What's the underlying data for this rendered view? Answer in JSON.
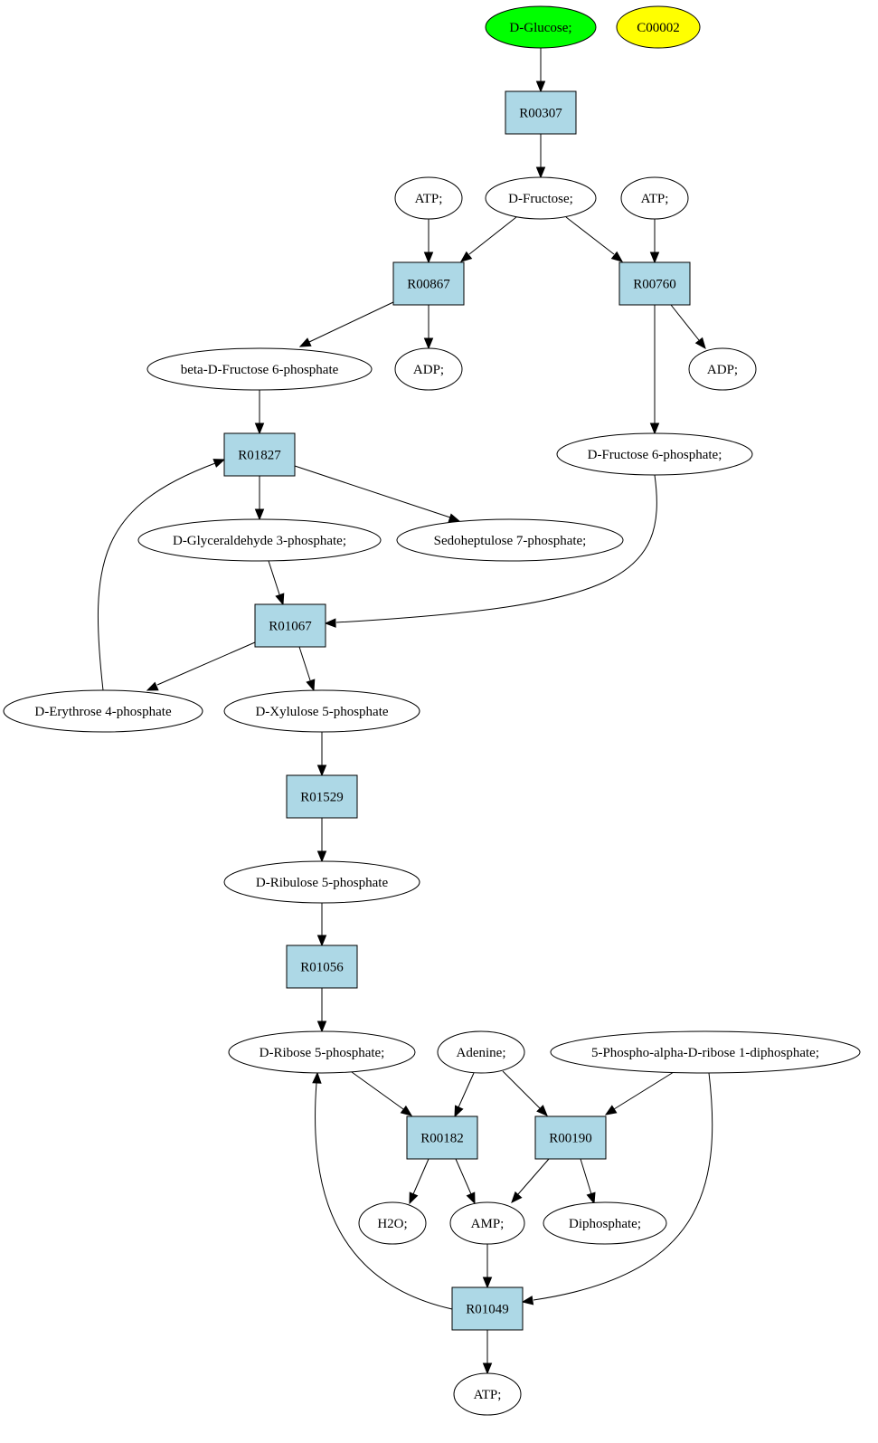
{
  "colors": {
    "compound_fill": "#ffffff",
    "reaction_fill": "#add8e6",
    "start_fill": "#00ff00",
    "target_fill": "#ffff00",
    "stroke": "#000000"
  },
  "compounds": [
    {
      "id": "glucose",
      "label": "D-Glucose;",
      "role": "start"
    },
    {
      "id": "c00002",
      "label": "C00002",
      "role": "target"
    },
    {
      "id": "fructose",
      "label": "D-Fructose;"
    },
    {
      "id": "atp1",
      "label": "ATP;"
    },
    {
      "id": "atp2",
      "label": "ATP;"
    },
    {
      "id": "bf6p",
      "label": "beta-D-Fructose 6-phosphate"
    },
    {
      "id": "adp1",
      "label": "ADP;"
    },
    {
      "id": "adp2",
      "label": "ADP;"
    },
    {
      "id": "df6p",
      "label": "D-Fructose 6-phosphate;"
    },
    {
      "id": "g3p",
      "label": "D-Glyceraldehyde 3-phosphate;"
    },
    {
      "id": "s7p",
      "label": "Sedoheptulose 7-phosphate;"
    },
    {
      "id": "e4p",
      "label": "D-Erythrose 4-phosphate"
    },
    {
      "id": "x5p",
      "label": "D-Xylulose 5-phosphate"
    },
    {
      "id": "ru5p",
      "label": "D-Ribulose 5-phosphate"
    },
    {
      "id": "r5p",
      "label": "D-Ribose 5-phosphate;"
    },
    {
      "id": "adenine",
      "label": "Adenine;"
    },
    {
      "id": "prpp",
      "label": "5-Phospho-alpha-D-ribose 1-diphosphate;"
    },
    {
      "id": "h2o",
      "label": "H2O;"
    },
    {
      "id": "amp",
      "label": "AMP;"
    },
    {
      "id": "ppi",
      "label": "Diphosphate;"
    },
    {
      "id": "atp3",
      "label": "ATP;"
    }
  ],
  "reactions": [
    {
      "id": "r00307",
      "label": "R00307"
    },
    {
      "id": "r00867",
      "label": "R00867"
    },
    {
      "id": "r00760",
      "label": "R00760"
    },
    {
      "id": "r01827",
      "label": "R01827"
    },
    {
      "id": "r01067",
      "label": "R01067"
    },
    {
      "id": "r01529",
      "label": "R01529"
    },
    {
      "id": "r01056",
      "label": "R01056"
    },
    {
      "id": "r00182",
      "label": "R00182"
    },
    {
      "id": "r00190",
      "label": "R00190"
    },
    {
      "id": "r01049",
      "label": "R01049"
    }
  ],
  "edges": [
    {
      "from": "glucose",
      "to": "r00307"
    },
    {
      "from": "r00307",
      "to": "fructose"
    },
    {
      "from": "atp1",
      "to": "r00867"
    },
    {
      "from": "fructose",
      "to": "r00867"
    },
    {
      "from": "fructose",
      "to": "r00760"
    },
    {
      "from": "atp2",
      "to": "r00760"
    },
    {
      "from": "r00867",
      "to": "bf6p"
    },
    {
      "from": "r00867",
      "to": "adp1"
    },
    {
      "from": "r00760",
      "to": "adp2"
    },
    {
      "from": "r00760",
      "to": "df6p"
    },
    {
      "from": "bf6p",
      "to": "r01827"
    },
    {
      "from": "r01827",
      "to": "g3p"
    },
    {
      "from": "r01827",
      "to": "s7p"
    },
    {
      "from": "g3p",
      "to": "r01067"
    },
    {
      "from": "df6p",
      "to": "r01067"
    },
    {
      "from": "r01067",
      "to": "e4p"
    },
    {
      "from": "r01067",
      "to": "x5p"
    },
    {
      "from": "e4p",
      "to": "r01827"
    },
    {
      "from": "x5p",
      "to": "r01529"
    },
    {
      "from": "r01529",
      "to": "ru5p"
    },
    {
      "from": "ru5p",
      "to": "r01056"
    },
    {
      "from": "r01056",
      "to": "r5p"
    },
    {
      "from": "r5p",
      "to": "r00182"
    },
    {
      "from": "adenine",
      "to": "r00182"
    },
    {
      "from": "adenine",
      "to": "r00190"
    },
    {
      "from": "prpp",
      "to": "r00190"
    },
    {
      "from": "r00182",
      "to": "h2o"
    },
    {
      "from": "r00182",
      "to": "amp"
    },
    {
      "from": "r00190",
      "to": "amp"
    },
    {
      "from": "r00190",
      "to": "ppi"
    },
    {
      "from": "amp",
      "to": "r01049"
    },
    {
      "from": "prpp",
      "to": "r01049"
    },
    {
      "from": "r01049",
      "to": "r5p"
    },
    {
      "from": "r01049",
      "to": "atp3"
    }
  ]
}
